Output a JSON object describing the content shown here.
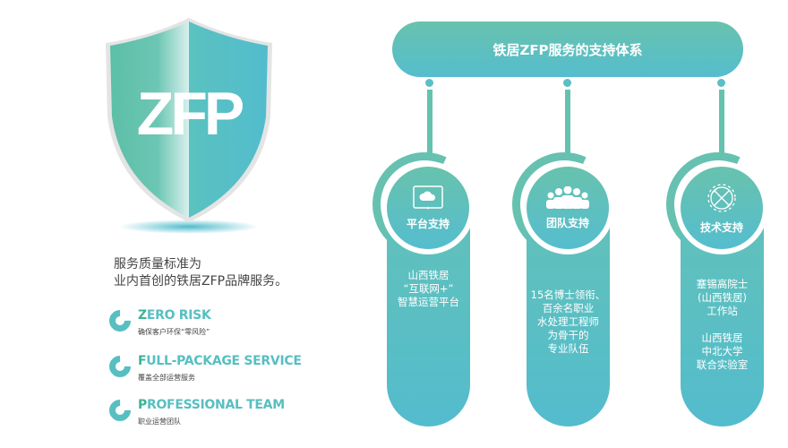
{
  "logo": {
    "text": "ZFP"
  },
  "tagline": {
    "line1": "服务质量标准为",
    "line2": "业内首创的铁居ZFP品牌服务。"
  },
  "features": [
    {
      "first": "Z",
      "rest": "ERO RISK",
      "sub": "确保客户环保“零风险”"
    },
    {
      "first": "F",
      "rest": "ULL-PACKAGE SERVICE",
      "sub": "覆盖全部运营服务"
    },
    {
      "first": "P",
      "rest": "ROFESSIONAL TEAM",
      "sub": "职业运营团队"
    }
  ],
  "header": {
    "title": "铁居ZFP服务的支持体系"
  },
  "columns": [
    {
      "icon": "cloud-tablet-icon",
      "label": "平台支持",
      "text": "山西铁居\n“互联网+”\n智慧运营平台"
    },
    {
      "icon": "team-icon",
      "label": "团队支持",
      "text": "15名博士领衔、\n百余名职业\n水处理工程师\n为骨干的\n专业队伍"
    },
    {
      "icon": "gear-tools-icon",
      "label": "技术支持",
      "text": "蹇锡高院士\n(山西铁居)\n工作站\n\n山西铁居\n中北大学\n联合实验室"
    }
  ],
  "colors": {
    "teal": "#68c2ad",
    "blue": "#55bdce"
  }
}
